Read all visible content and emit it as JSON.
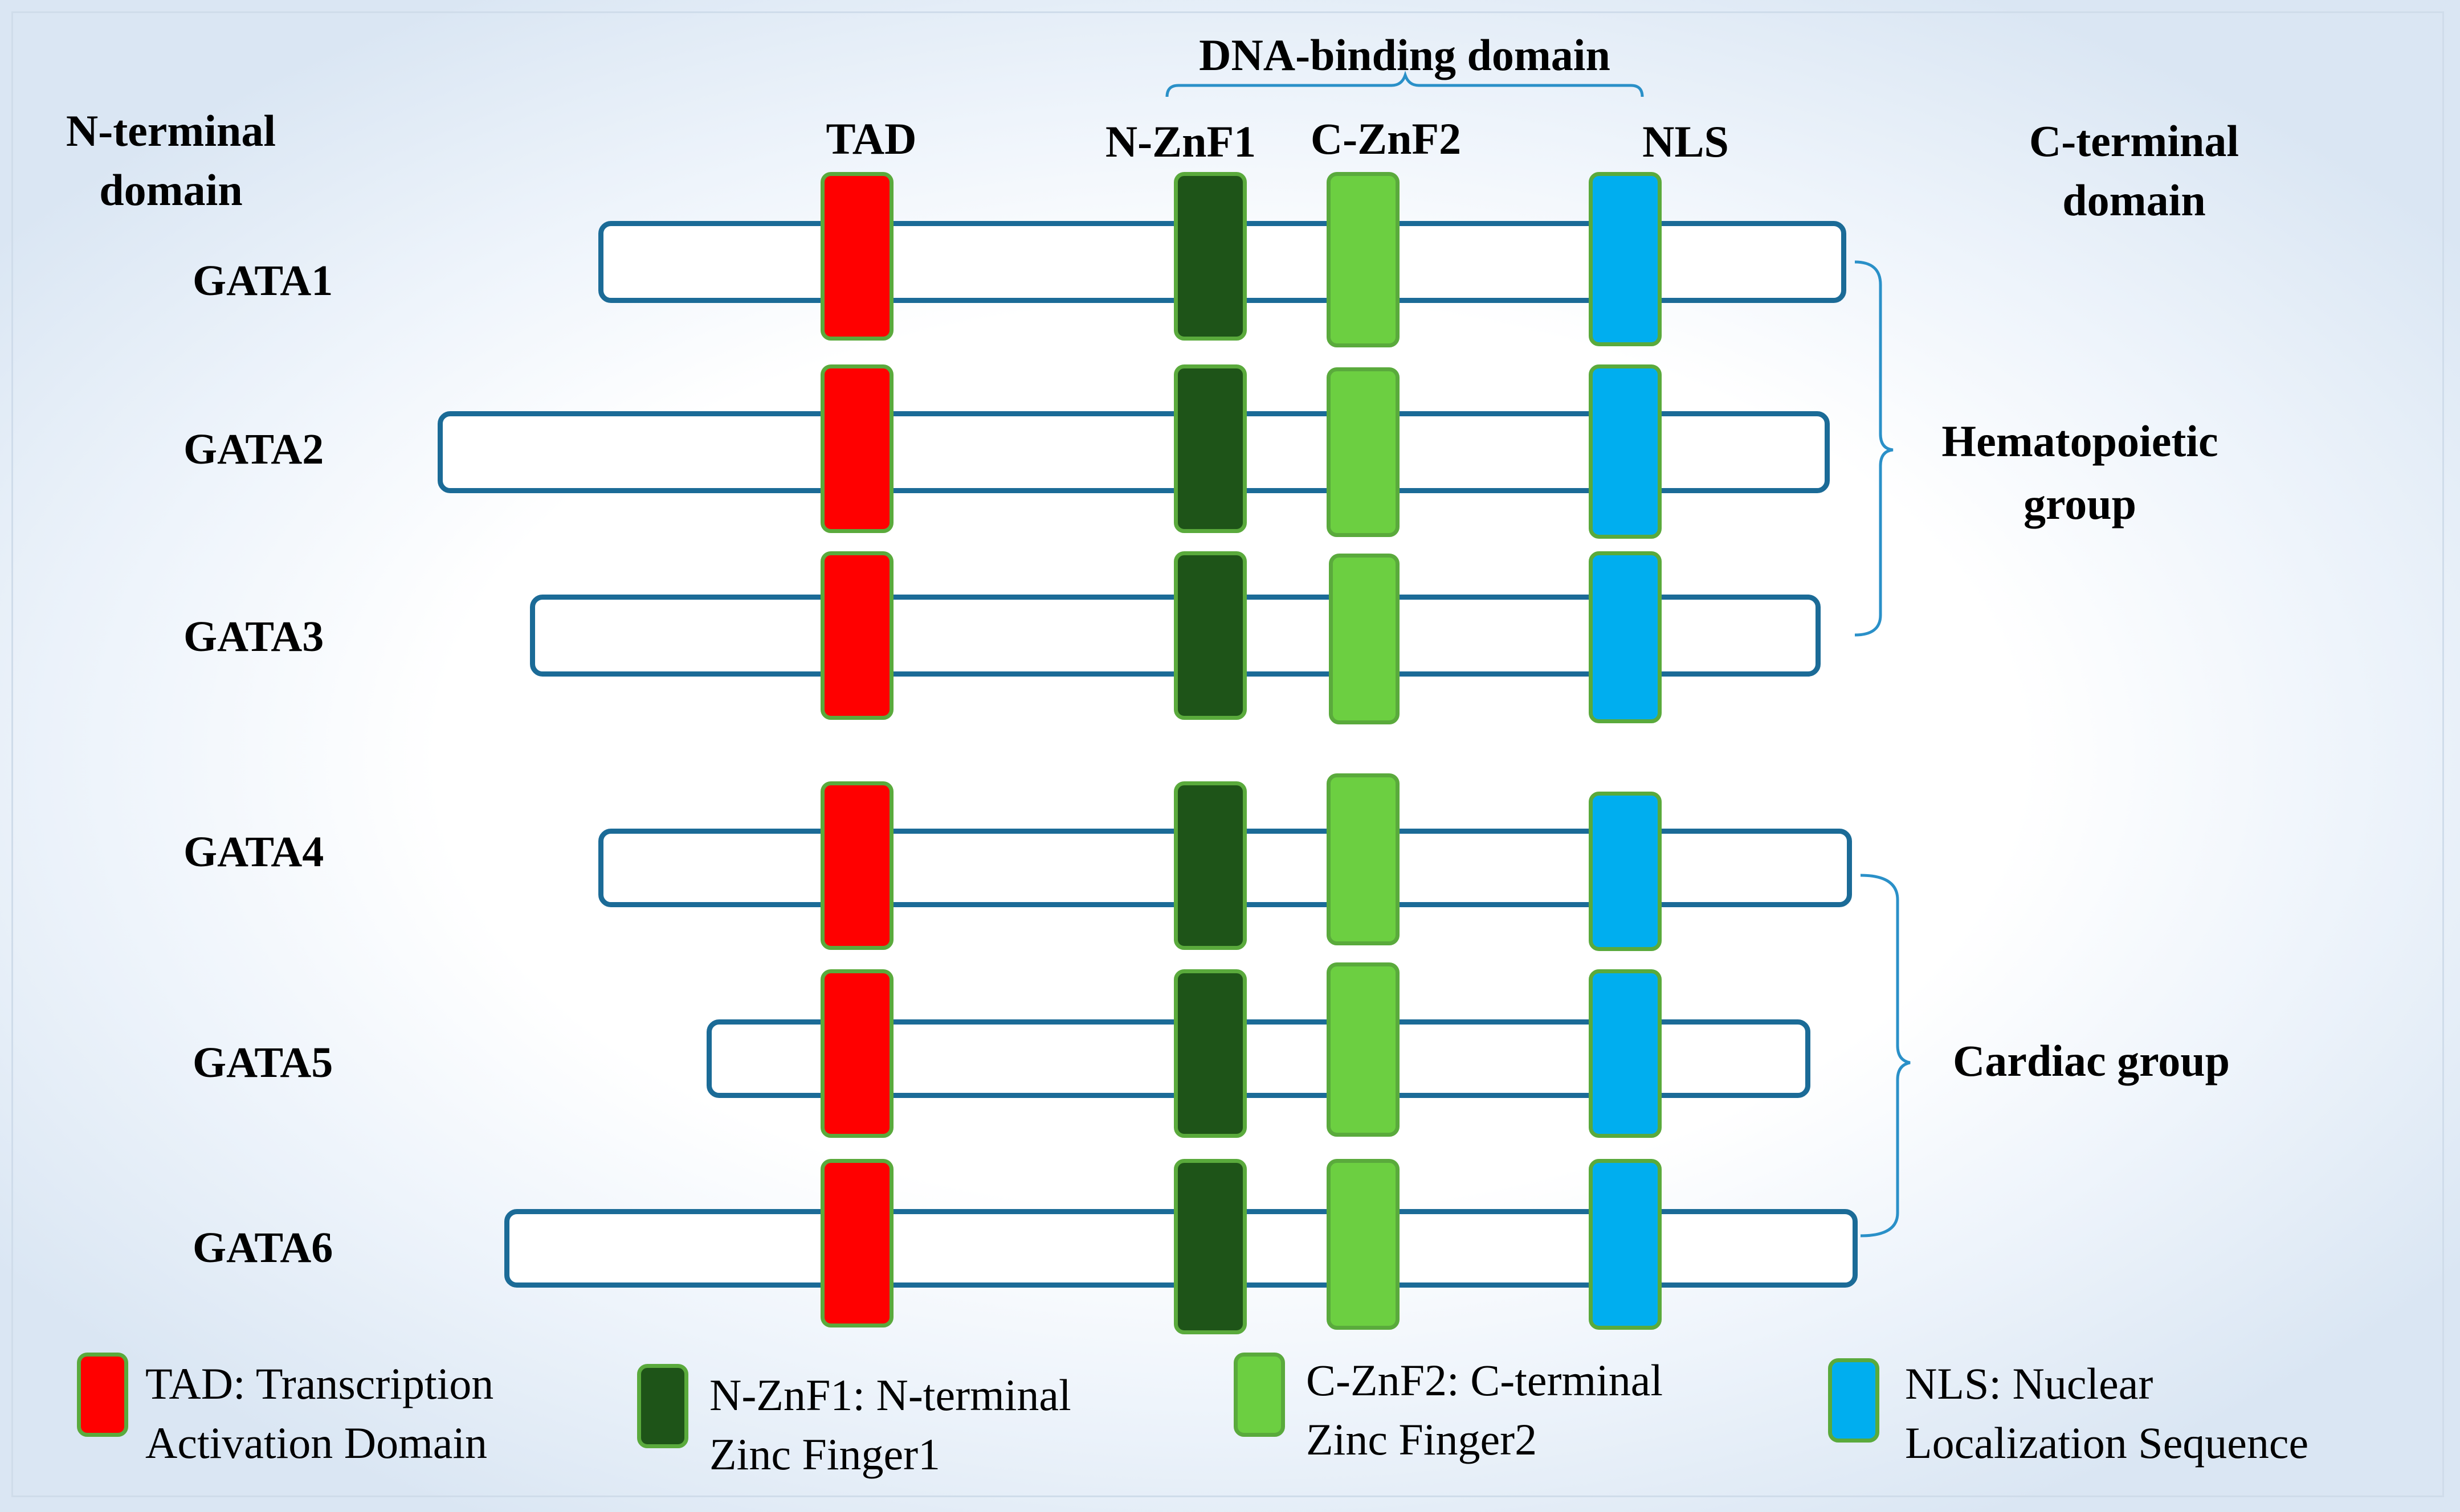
{
  "colors": {
    "tad": "#ff0000",
    "n_znf1": "#1e5418",
    "c_znf2": "#6ccf41",
    "nls": "#00aeef",
    "protein_outline": "#1b6b97",
    "bracket": "#2a90c8",
    "domain_border": "#5aaa3c"
  },
  "headers": {
    "dna_binding": "DNA-binding domain",
    "n_terminal": [
      "N-terminal",
      "domain"
    ],
    "c_terminal": [
      "C-terminal",
      "domain"
    ],
    "tad": "TAD",
    "n_znf1": "N-ZnF1",
    "c_znf2": "C-ZnF2",
    "nls": "NLS"
  },
  "proteins": [
    {
      "name": "GATA1"
    },
    {
      "name": "GATA2"
    },
    {
      "name": "GATA3"
    },
    {
      "name": "GATA4"
    },
    {
      "name": "GATA5"
    },
    {
      "name": "GATA6"
    }
  ],
  "groups": {
    "hematopoietic": [
      "Hematopoietic",
      "group"
    ],
    "cardiac": "Cardiac group"
  },
  "legend": [
    {
      "key": "tad",
      "lines": [
        "TAD: Transcription",
        "Activation Domain"
      ]
    },
    {
      "key": "n_znf1",
      "lines": [
        "N-ZnF1: N-terminal",
        "Zinc Finger1"
      ]
    },
    {
      "key": "c_znf2",
      "lines": [
        "C-ZnF2: C-terminal",
        "Zinc Finger2"
      ]
    },
    {
      "key": "nls",
      "lines": [
        "NLS: Nuclear",
        "Localization Sequence"
      ]
    }
  ]
}
